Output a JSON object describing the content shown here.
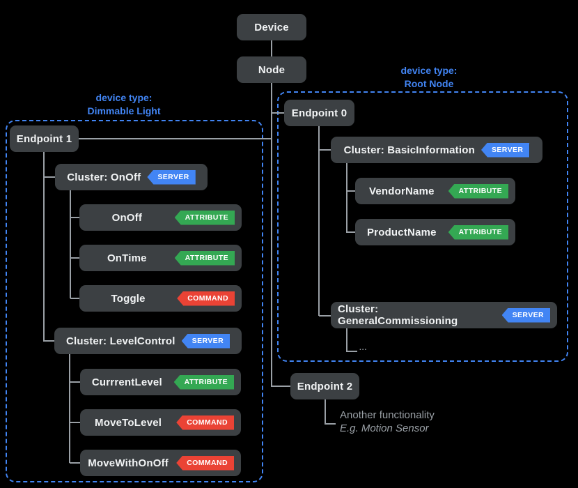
{
  "colors": {
    "accent_blue": "#4285f4",
    "badge_green": "#34a853",
    "badge_red": "#ea4335",
    "box_gray": "#3c4043",
    "line_gray": "#9aa0a6"
  },
  "device": {
    "label": "Device"
  },
  "node": {
    "label": "Node"
  },
  "left_group": {
    "caption_line1": "device type:",
    "caption_line2": "Dimmable Light",
    "endpoint_label": "Endpoint 1",
    "clusters": [
      {
        "label": "Cluster: OnOff",
        "badge": "SERVER",
        "children": [
          {
            "label": "OnOff",
            "badge": "ATTRIBUTE"
          },
          {
            "label": "OnTime",
            "badge": "ATTRIBUTE"
          },
          {
            "label": "Toggle",
            "badge": "COMMAND"
          }
        ]
      },
      {
        "label": "Cluster: LevelControl",
        "badge": "SERVER",
        "children": [
          {
            "label": "CurrrentLevel",
            "badge": "ATTRIBUTE"
          },
          {
            "label": "MoveToLevel",
            "badge": "COMMAND"
          },
          {
            "label": "MoveWithOnOff",
            "badge": "COMMAND"
          }
        ]
      }
    ]
  },
  "right_group": {
    "caption_line1": "device type:",
    "caption_line2": "Root Node",
    "endpoint_label": "Endpoint 0",
    "clusters": [
      {
        "label": "Cluster: BasicInformation",
        "badge": "SERVER",
        "children": [
          {
            "label": "VendorName",
            "badge": "ATTRIBUTE"
          },
          {
            "label": "ProductName",
            "badge": "ATTRIBUTE"
          }
        ]
      },
      {
        "label": "Cluster: GeneralCommissioning",
        "badge": "SERVER",
        "more": "..."
      }
    ]
  },
  "endpoint2": {
    "label": "Endpoint 2",
    "note_line1": "Another functionality",
    "note_line2": "E.g. Motion Sensor"
  }
}
